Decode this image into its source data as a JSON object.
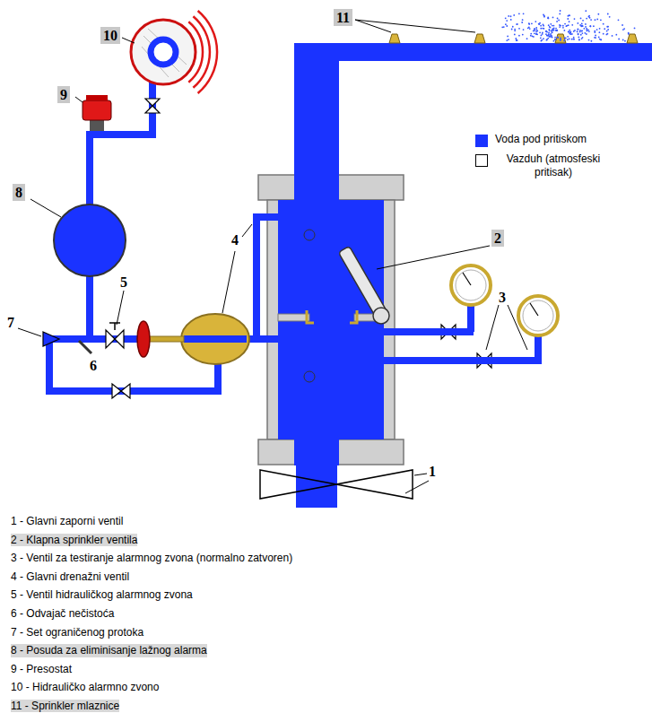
{
  "diagram": {
    "labels": [
      "10",
      "9",
      "8",
      "5",
      "7",
      "6",
      "4",
      "11",
      "2",
      "3",
      "1",
      "1 - Glavni zaporni ventil",
      "2 - Klapna sprinkler ventila",
      "3 - Ventil za testiranje alarmnog zvona (normalno zatvoren)",
      "4 - Glavni drenažni ventil",
      "5 - Ventil hidrauličkog alarmnog zvona",
      "6 - Odvajač nečistoća",
      "7 - Set ograničenog protoka",
      "8 - Posuda za eliminisanje lažnog alarma",
      "9 - Presostat",
      "10 - Hidrauličko alarmno zvono",
      "11 - Sprinkler mlaznice"
    ],
    "legend": [
      {
        "text": "Voda pod pritiskom",
        "color": "#1a33ff"
      },
      {
        "text": "Vazduh (atmosfeski pritisak)",
        "color": "#ffffff"
      }
    ]
  }
}
